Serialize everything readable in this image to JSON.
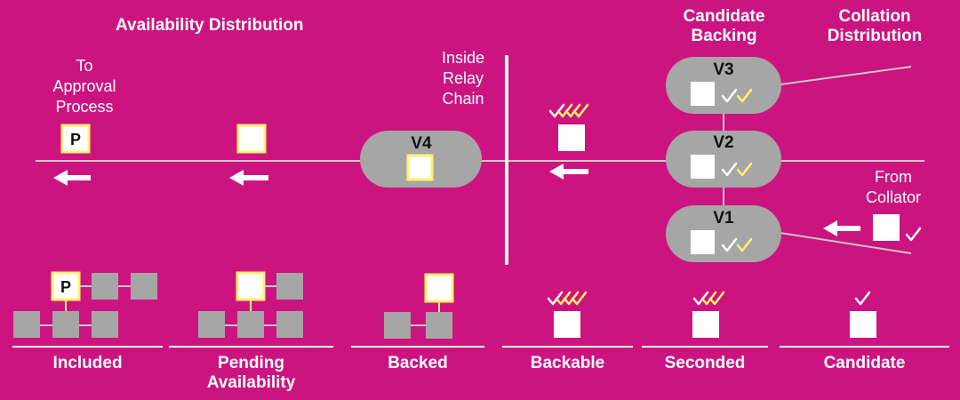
{
  "headings": {
    "availability_distribution": "Availability Distribution",
    "candidate_backing": [
      "Candidate",
      "Backing"
    ],
    "collation_distribution": [
      "Collation",
      "Distribution"
    ]
  },
  "notes": {
    "to_approval_process": [
      "To",
      "Approval",
      "Process"
    ],
    "inside_relay_chain": [
      "Inside",
      "Relay",
      "Chain"
    ],
    "from_collator": [
      "From",
      "Collator"
    ]
  },
  "validators": {
    "v1": "V1",
    "v2": "V2",
    "v3": "V3",
    "v4": "V4"
  },
  "marks": {
    "included_marker": "P"
  },
  "stages": [
    "Included",
    "Pending Availability",
    "Backed",
    "Backable",
    "Seconded",
    "Candidate"
  ],
  "stage_label_lines": {
    "pending": [
      "Pending",
      "Availability"
    ]
  },
  "colors": {
    "background": "#cc1480",
    "accent_yellow": "#fff16e",
    "block_gray": "#a6a6a6",
    "pill_gray": "#a6a6a6",
    "line_gray": "#c8c8c8",
    "white": "#ffffff",
    "ink": "#111111"
  },
  "icons": [
    "left-arrow-icon",
    "check-icon",
    "triple-check-icon"
  ]
}
